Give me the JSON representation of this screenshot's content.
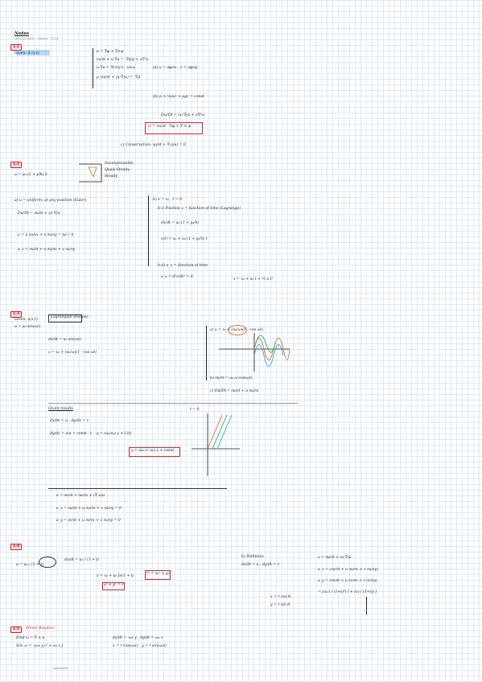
{
  "page": {
    "title": "Notes",
    "subtitle": "Lecture notes – Module · 2024",
    "footer": "continued"
  },
  "sections": [
    {
      "tag": "1.1"
    },
    {
      "tag": "1.2"
    },
    {
      "tag": "1.3"
    },
    {
      "tag": "1.4"
    },
    {
      "tag": "1.5",
      "heading": "Wheel Rotation"
    }
  ],
  "s1": {
    "given": "Given: A (x,t)",
    "lines": [
      "u = ∇φ + ∇×ψ",
      "∂u/∂t + u·∇u = -∇p/ρ + ν∇²u",
      "u·∇u = ∇(½u²) - u×ω",
      "ρ (∂u/∂t + (u·∇)u) = -∇p",
      "(a) u = ∂φ/∂x ,   v = ∂φ/∂y",
      "(b) p + ½ρu² + ρgz = const",
      "Dω/Dt = (ω·∇)u + ν∇²ω",
      "c) Conservation:  ∂ρ/∂t + ∇·(ρu) = 0"
    ],
    "boxed": "u' = ∂u/∂t - ∇φ + ∇ × ψ"
  },
  "s2": {
    "intro": "u = u₀ (1 + y/h) ê",
    "labels": [
      "Incompressible",
      "Quasi-Steady",
      "Steady"
    ],
    "left": [
      "a) u = uniform; at any position (Euler)",
      "Du/Dt = ∂u/∂t + (u·∇)u",
      "a = u ∂u/∂x + v ∂u/∂y = u₀² / h",
      "a_x = ∂u/∂t + u ∂u/∂x + v ∂u/∂y"
    ],
    "right": [
      "b) x = x₀ ,  t = 0",
      "b-i) Position  x = function of time (Lagrange)",
      "dx/dt = u₀ (1 + y₀/h)",
      "x(t) = x₀ + u₀ (1 + y₀/h) t",
      "b-ii) a_x = function of time",
      "a_x = d²x/dt² = 0",
      "x = x₀ + u₀ t + ½ a t²"
    ]
  },
  "s3": {
    "boxed": "Lagrangian analysis",
    "left": [
      "Given: u(x,t)",
      "u = u₀ sin(ωt)",
      "dx/dt = u₀ sin(ωt)",
      "x = x₀ + (u₀/ω)(1 - cos ωt)"
    ],
    "right": [
      "a) x = x₀ + (u₀/ω)(1 - cos ωt)",
      "b) ∂u/∂t = u₀ ω cos(ωt)",
      "c) Du/Dt = ∂u/∂t + u ∂u/∂x"
    ]
  },
  "s3b": {
    "heading": "Given results",
    "lines": [
      "dx/ds = u ,  dy/ds = v",
      "dy/dx = v/u = const · t",
      "y = (u₀/v₀) x + C(t)"
    ],
    "boxed": "y = (u₀ t / v₀) x + const",
    "graph_label": "t = 0"
  },
  "s3c": {
    "lines": [
      "a = ∂u/∂t + ∂u/∂x + (∇·u)u",
      "a_x = ∂u/∂t + u ∂u/∂x + v ∂u/∂y = 0",
      "a_y = ∂v/∂t + u ∂v/∂x + v ∂v/∂y = 0"
    ]
  },
  "s4": {
    "left": [
      "u = u₀ / (1 + t)",
      "dx/dt = u₀ / (1 + t)",
      "x = x₀ + u₀ ln(1 + t)"
    ],
    "boxed": [
      "x² + y² = r²",
      "r² = x₀² + y₀²"
    ],
    "mid": [
      "b) Pathlines",
      "dx/dt = u ,  dy/dt = v",
      "x = r cos θ",
      "y = r sin θ"
    ],
    "right": [
      "a = ∂u/∂t + (u·∇)u",
      "a_x = (∂u/∂t + u ∂u/∂x + v ∂u/∂y)",
      "a_y = (∂v/∂t + u ∂v/∂x + v ∂v/∂y)",
      "= (u₀ t / (1+t)²) î + (v₀ / (1+t)) ĵ"
    ]
  },
  "s5": {
    "lines": [
      "Find  ω = ∇ × u",
      "Sol:  ω = -(ω₀ y) î + ω₀ x ĵ",
      "dx/dt = -ω₀ y ,  dy/dt = ω₀ x",
      "x = r cos(ω₀t) , y = r sin(ω₀t)"
    ]
  },
  "colors": {
    "ink": "#1b1b1b",
    "red": "#d7262e",
    "blue_hl": "#5aaaeb",
    "grid": "#dfe9f5",
    "orange": "#e0702a",
    "green": "#2bb36a",
    "cyan": "#2fa7d6"
  }
}
